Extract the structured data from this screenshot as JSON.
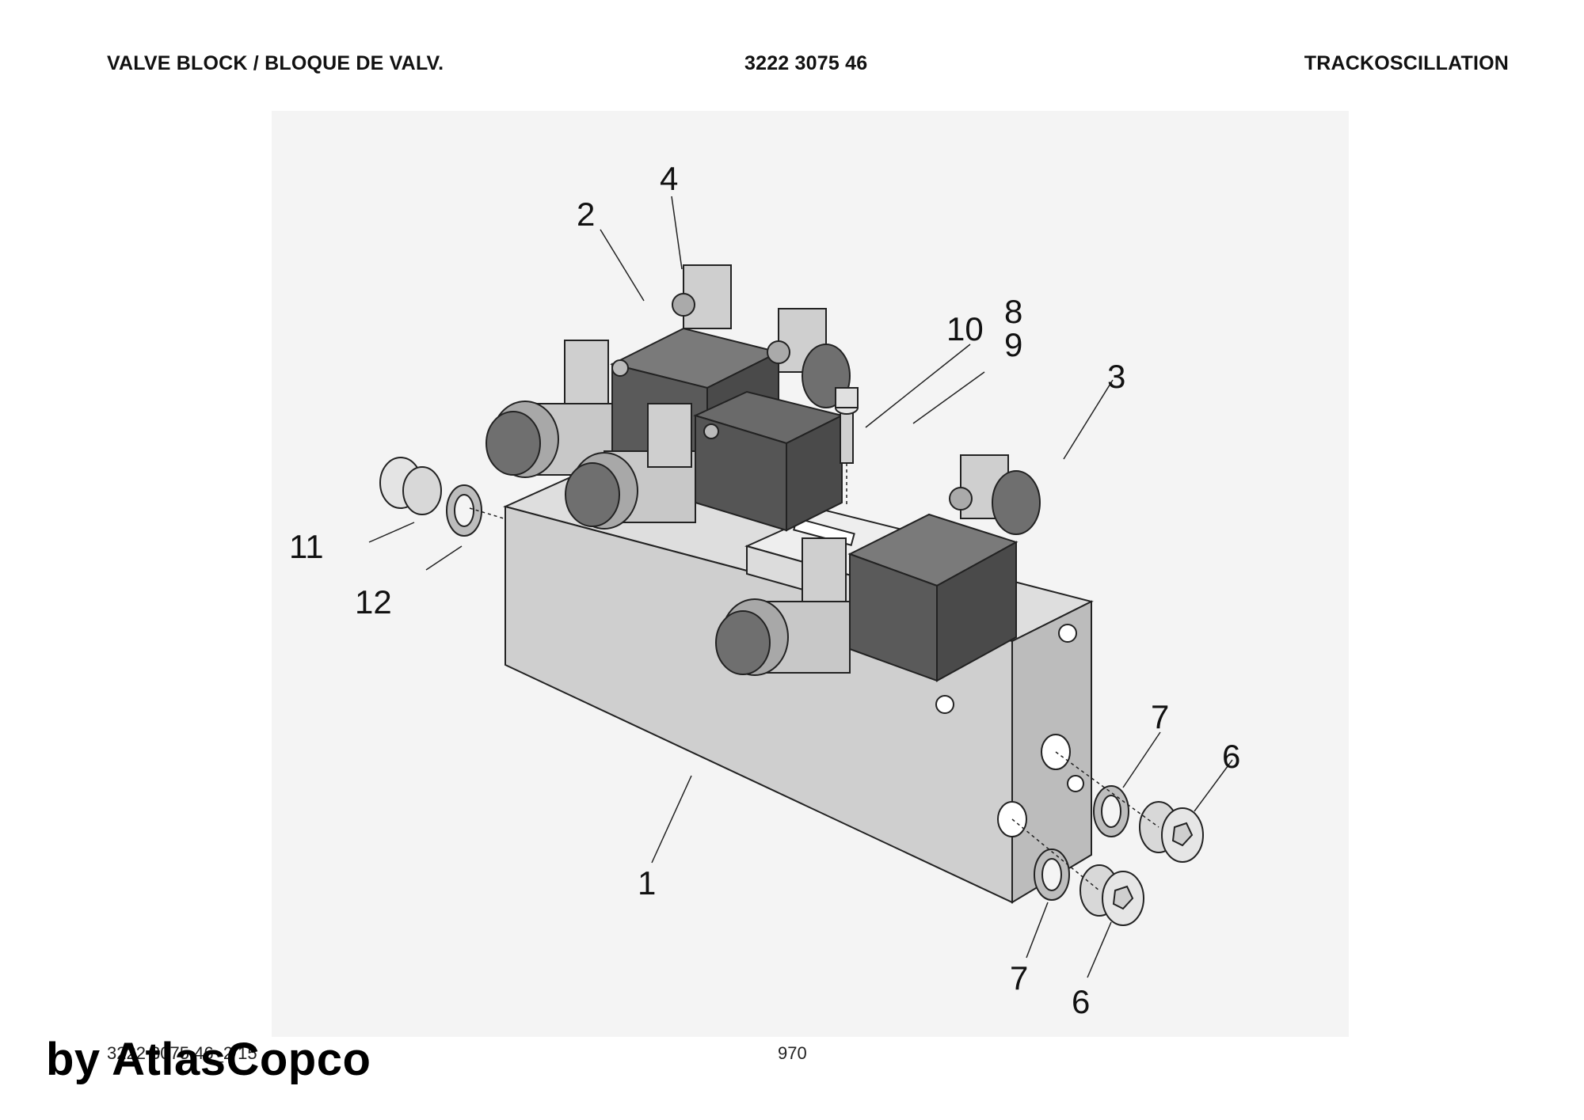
{
  "header": {
    "left": "VALVE BLOCK / BLOQUE DE VALV.",
    "center": "3222 3075 46",
    "right": "TRACKOSCILLATION"
  },
  "callouts": {
    "c1": "1",
    "c2": "2",
    "c3": "3",
    "c4": "4",
    "c6a": "6",
    "c6b": "6",
    "c7a": "7",
    "c7b": "7",
    "c8": "8",
    "c9": "9",
    "c10": "10",
    "c11": "11",
    "c12": "12"
  },
  "footer": {
    "code": "3222 3075 46_2/15",
    "page": "970"
  },
  "watermark": "by AtlasCopco",
  "colors": {
    "background": "#ffffff",
    "figure_bg": "#f4f4f4",
    "block": "#d4d4d4",
    "valve_body": "#5a5a5a",
    "coil": "#c8c8c8"
  }
}
